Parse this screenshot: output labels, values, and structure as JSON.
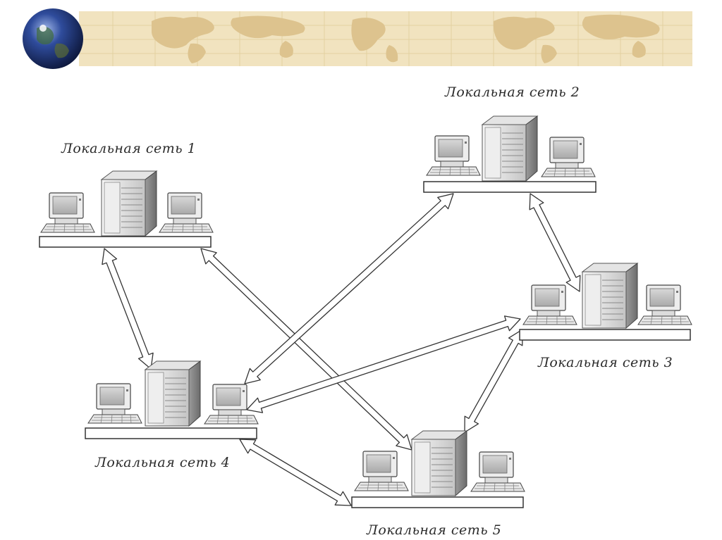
{
  "header": {
    "globe_icon": "globe-icon",
    "banner_icon": "world-map-banner",
    "banner_color": "#f1e3bf",
    "map_color": "#dcc28c"
  },
  "networks": [
    {
      "id": "net1",
      "label": "Локальная сеть 1"
    },
    {
      "id": "net2",
      "label": "Локальная сеть 2"
    },
    {
      "id": "net3",
      "label": "Локальная сеть 3"
    },
    {
      "id": "net4",
      "label": "Локальная сеть 4"
    },
    {
      "id": "net5",
      "label": "Локальная сеть 5"
    }
  ],
  "connections": [
    {
      "from": "net1",
      "to": "net4"
    },
    {
      "from": "net1",
      "to": "net5"
    },
    {
      "from": "net2",
      "to": "net4"
    },
    {
      "from": "net2",
      "to": "net3"
    },
    {
      "from": "net3",
      "to": "net4"
    },
    {
      "from": "net3",
      "to": "net5"
    },
    {
      "from": "net4",
      "to": "net5"
    }
  ],
  "icons": {
    "server": "server-icon",
    "computer": "computer-icon"
  }
}
